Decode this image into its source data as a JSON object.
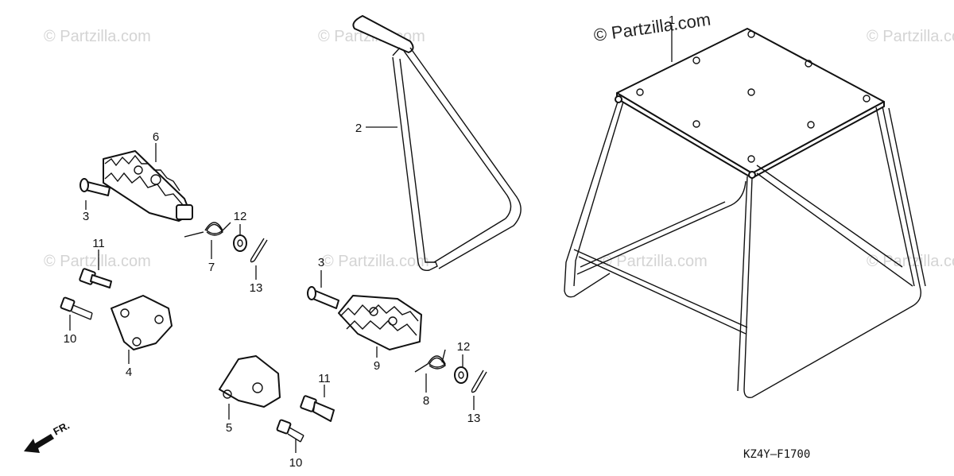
{
  "watermarks": [
    "© Partzilla.com",
    "© Partzilla.com",
    "© Partzilla.com",
    "© Partzilla.com",
    "© Partzilla.com",
    "© Partzilla.com",
    "© Partzilla.com"
  ],
  "watermark_main": "© Partzilla.com",
  "diagram_code": "KZ4Y—F1700",
  "front_label": "FR.",
  "callouts": {
    "c1": "1",
    "c2": "2",
    "c3a": "3",
    "c3b": "3",
    "c4": "4",
    "c5": "5",
    "c6": "6",
    "c7": "7",
    "c8": "8",
    "c9": "9",
    "c10a": "10",
    "c10b": "10",
    "c11a": "11",
    "c11b": "11",
    "c12a": "12",
    "c12b": "12",
    "c13a": "13",
    "c13b": "13"
  }
}
